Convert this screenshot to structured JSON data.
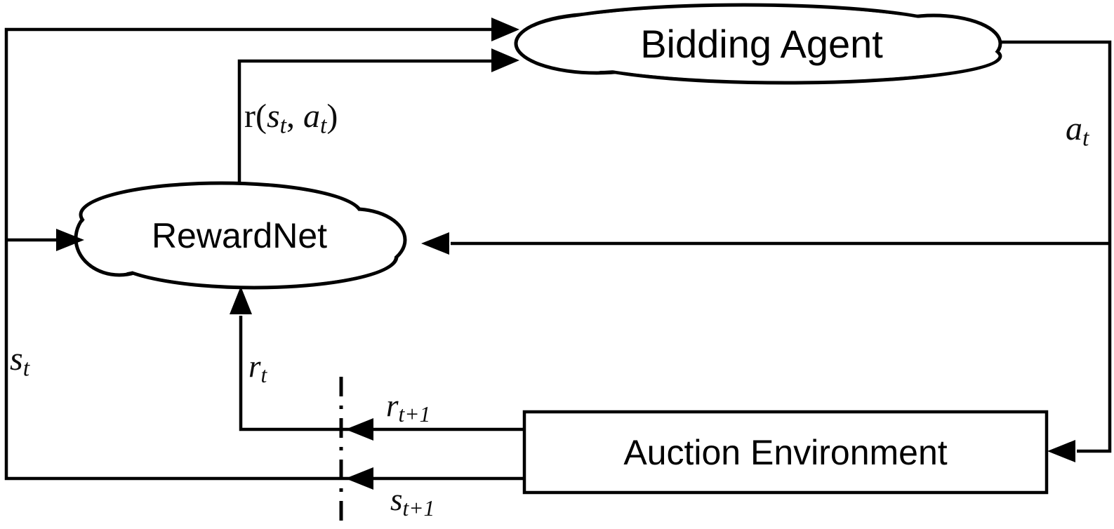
{
  "figure": {
    "background_color": "#ffffff",
    "stroke_color": "#000000",
    "nodes": {
      "bidding_agent": {
        "label": "Bidding Agent",
        "shape": "cloud"
      },
      "reward_net": {
        "label": "RewardNet",
        "shape": "cloud"
      },
      "auction_environment": {
        "label": "Auction Environment",
        "shape": "rectangle"
      }
    },
    "edge_labels": {
      "reward_fn": {
        "prefix": "r(",
        "var1": "s",
        "sub1": "t",
        "sep": ", ",
        "var2": "a",
        "sub2": "t",
        "suffix": ")"
      },
      "action": {
        "base": "a",
        "sub": "t"
      },
      "state": {
        "base": "s",
        "sub": "t"
      },
      "reward": {
        "base": "r",
        "sub": "t"
      },
      "reward_next": {
        "base": "r",
        "sub": "t+1"
      },
      "state_next": {
        "base": "s",
        "sub": "t+1"
      }
    }
  }
}
